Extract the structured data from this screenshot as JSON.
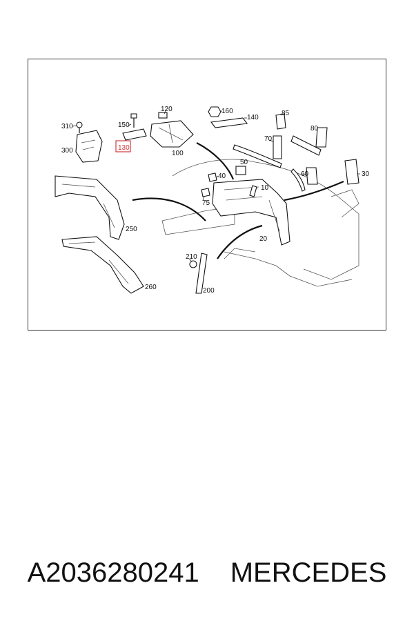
{
  "diagram": {
    "callouts": {
      "c310": "310",
      "c150": "150",
      "c120": "120",
      "c160": "160",
      "c140": "140",
      "c85": "85",
      "c80": "80",
      "c300": "300",
      "c130": "130",
      "c100": "100",
      "c70": "70",
      "c50": "50",
      "c40": "40",
      "c10": "10",
      "c60": "60",
      "c30": "30",
      "c75": "75",
      "c250": "250",
      "c20": "20",
      "c210": "210",
      "c200": "200",
      "c260": "260"
    },
    "highlight": {
      "callout": "130",
      "color": "#d23a3a"
    },
    "border_color": "#333333"
  },
  "caption": {
    "part_number": "A2036280241",
    "brand": "MERCEDES"
  }
}
